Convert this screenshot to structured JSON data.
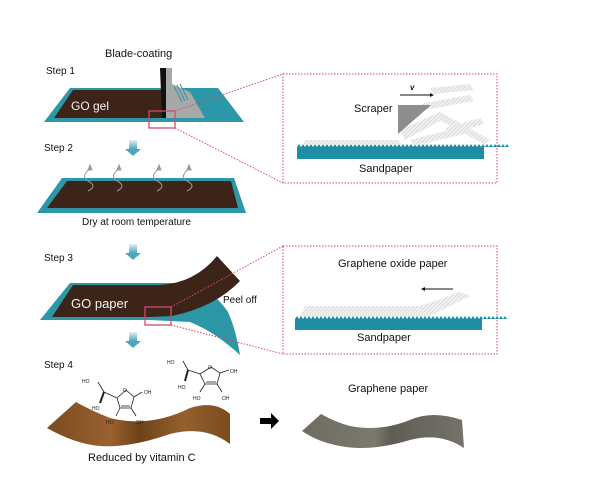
{
  "figure": {
    "steps": [
      {
        "label": "Step 1",
        "title": "Blade-coating",
        "material_label": "GO gel"
      },
      {
        "label": "Step 2",
        "caption": "Dry at room temperature"
      },
      {
        "label": "Step 3",
        "material_label": "GO paper",
        "action_label": "Peel off"
      },
      {
        "label": "Step 4",
        "caption": "Reduced by  vitamin C"
      }
    ],
    "inset_1": {
      "scraper_label": "Scraper",
      "velocity_label": "v",
      "substrate_label": "Sandpaper"
    },
    "inset_2": {
      "title": "Graphene oxide paper",
      "substrate_label": "Sandpaper"
    },
    "result": {
      "label": "Graphene paper"
    },
    "chem": {
      "ho": "HO",
      "oh": "OH",
      "o": "O"
    },
    "colors": {
      "substrate": "#2b97a7",
      "go": "#3d2418",
      "rgo_brown": "#8a5524",
      "graphene": "#6d6b61",
      "zoom_box": "#d04a6a",
      "step_arrow": "#7fc0cf"
    }
  }
}
